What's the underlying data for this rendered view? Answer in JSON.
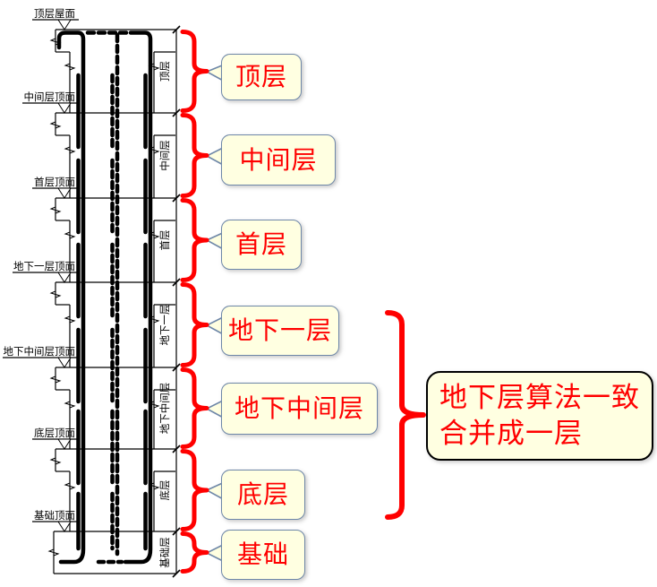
{
  "diagram": {
    "level_markers": [
      "顶层屋面",
      "中间层顶面",
      "首层顶面",
      "地下一层顶面",
      "地下中间层顶面",
      "底层顶面",
      "基础顶面"
    ],
    "floor_labels": [
      "顶层",
      "中间层",
      "首层",
      "地下一层",
      "地下中间层",
      "底层",
      "基础层"
    ]
  },
  "callouts": {
    "labels": [
      "顶层",
      "中间层",
      "首层",
      "地下一层",
      "地下中间层",
      "底层",
      "基础"
    ],
    "merge_note": {
      "line1": "地下层算法一致",
      "line2": "合并成一层"
    }
  },
  "colors": {
    "annotation_red": "#FF0000",
    "callout_fill": "#FFFFE1",
    "callout_border": "#6E87A8",
    "line_black": "#000000"
  }
}
